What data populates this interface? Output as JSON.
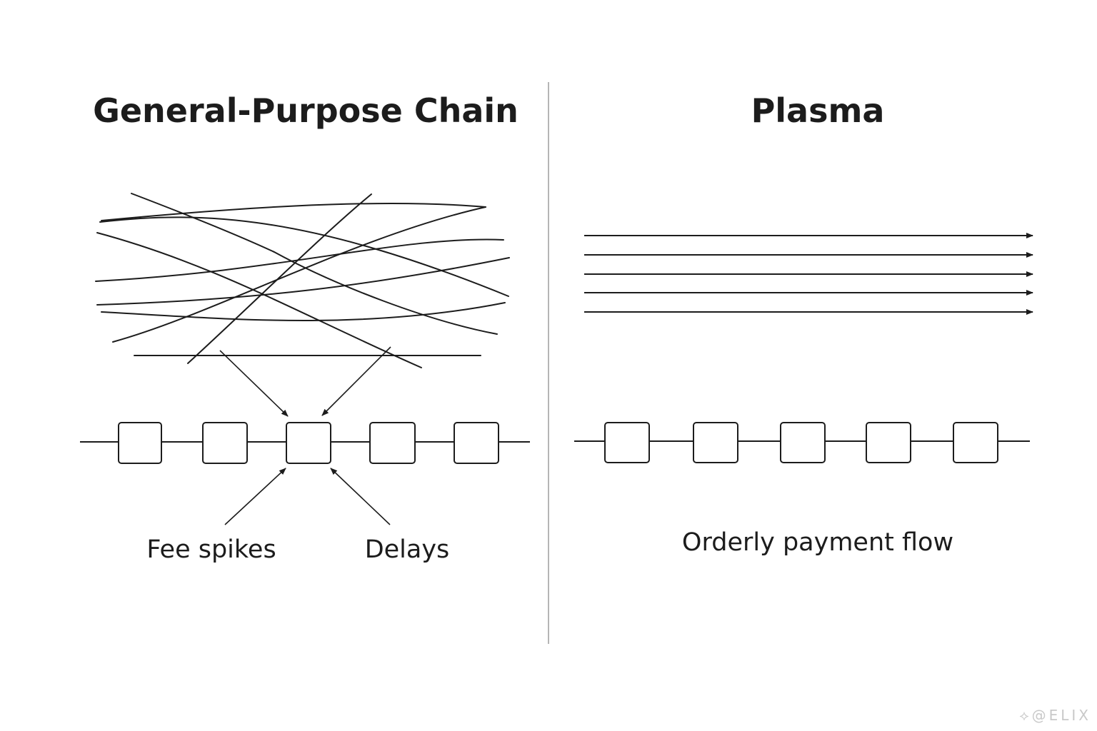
{
  "left_panel": {
    "title": "General-Purpose Chain",
    "labels": {
      "fee": "Fee spikes",
      "delays": "Delays"
    }
  },
  "right_panel": {
    "title": "Plasma",
    "label": "Orderly payment flow"
  },
  "watermark": {
    "icon": "diamond-logo-icon",
    "text": "@ELIX"
  },
  "colors": {
    "stroke": "#1c1c1c",
    "divider": "#b5b5b5",
    "watermark": "#c9c9c9"
  }
}
